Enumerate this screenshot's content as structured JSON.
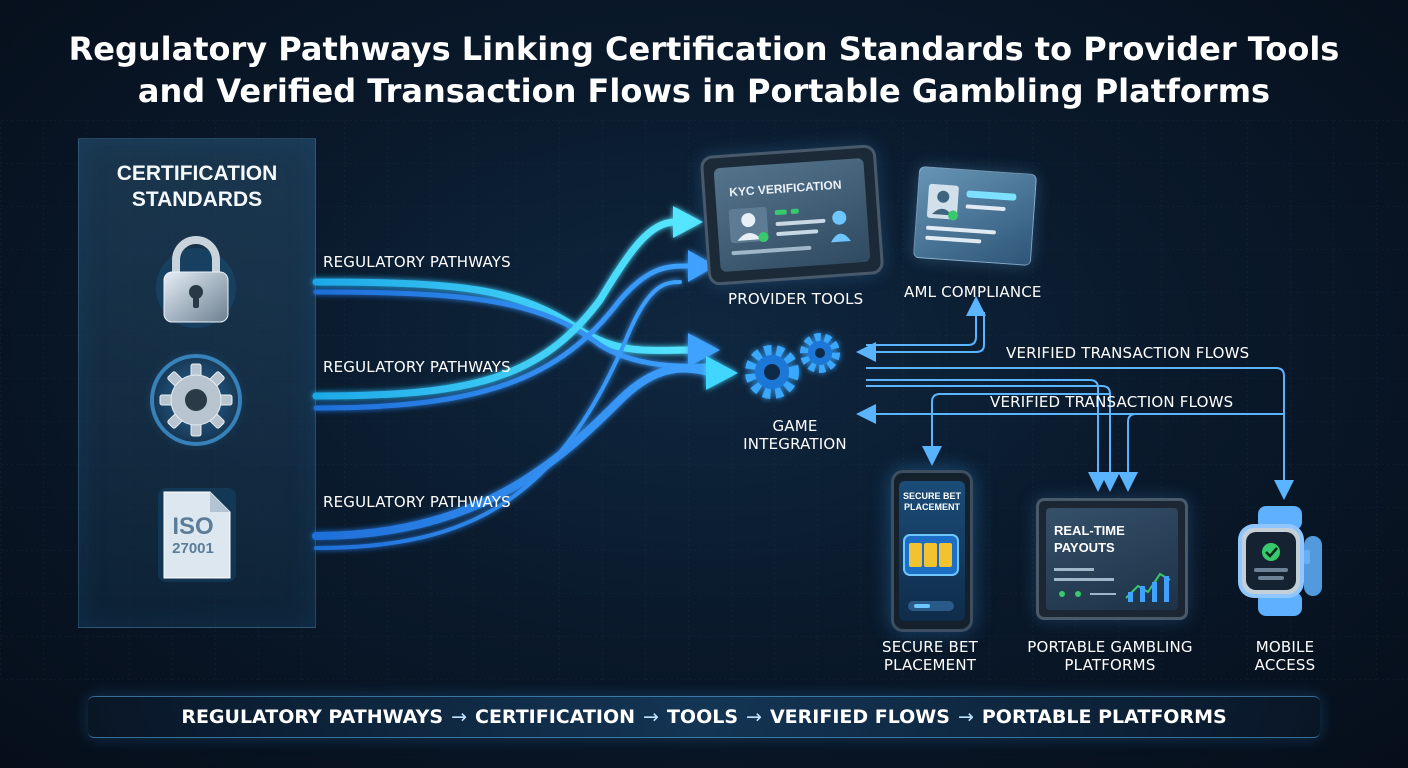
{
  "title": {
    "line1": "Regulatory Pathways Linking Certification Standards to Provider Tools",
    "line2": "and Verified Transaction Flows in Portable Gambling Platforms"
  },
  "certification_panel": {
    "title_line1": "CERTIFICATION",
    "title_line2": "STANDARDS",
    "icons": [
      "lock-icon",
      "gear-icon",
      "iso-document-icon"
    ],
    "iso_text_line1": "ISO",
    "iso_text_line2": "27001"
  },
  "pathway_labels": [
    "REGULATORY PATHWAYS",
    "REGULATORY PATHWAYS",
    "REGULATORY PATHWAYS"
  ],
  "nodes": {
    "kyc_screen_text": "KYC VERIFICATION",
    "provider_tools": "PROVIDER TOOLS",
    "aml_compliance": "AML COMPLIANCE",
    "game_integration_line1": "GAME",
    "game_integration_line2": "INTEGRATION",
    "phone_screen_line1": "SECURE BET",
    "phone_screen_line2": "PLACEMENT",
    "payout_screen_line1": "REAL-TIME",
    "payout_screen_line2": "PAYOUTS",
    "secure_bet_line1": "SECURE BET",
    "secure_bet_line2": "PLACEMENT",
    "portable_line1": "PORTABLE GAMBLING",
    "portable_line2": "PLATFORMS",
    "mobile_line1": "MOBILE",
    "mobile_line2": "ACCESS"
  },
  "flow_labels": [
    "VERIFIED TRANSACTION FLOWS",
    "VERIFIED TRANSACTION FLOWS"
  ],
  "bottom_bar": {
    "steps": [
      "REGULATORY PATHWAYS",
      "CERTIFICATION",
      "TOOLS",
      "VERIFIED FLOWS",
      "PORTABLE PLATFORMS"
    ],
    "separator": "→"
  },
  "colors": {
    "flow_cyan": "#3fd6ff",
    "flow_blue": "#2a86ff",
    "thin_arrow": "#5ab4ff",
    "background": "#0a1a2c",
    "title": "#ffffff"
  }
}
